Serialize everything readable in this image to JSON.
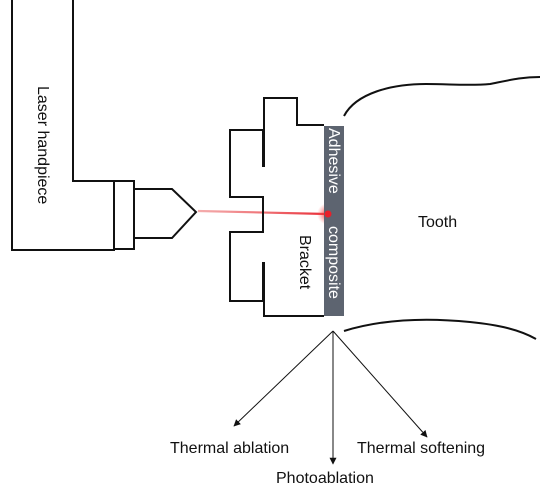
{
  "diagram": {
    "labels": {
      "laser_handpiece": "Laser handpiece",
      "adhesive": "Adhesive",
      "composite": "composite",
      "bracket": "Bracket",
      "tooth": "Tooth",
      "thermal_ablation": "Thermal ablation",
      "photoablation": "Photoablation",
      "thermal_softening": "Thermal softening"
    },
    "colors": {
      "outline": "#111111",
      "adhesive_strip": "#5d6470",
      "laser_beam": "#e8454a",
      "laser_spot": "#e8202a",
      "background": "#ffffff"
    }
  }
}
